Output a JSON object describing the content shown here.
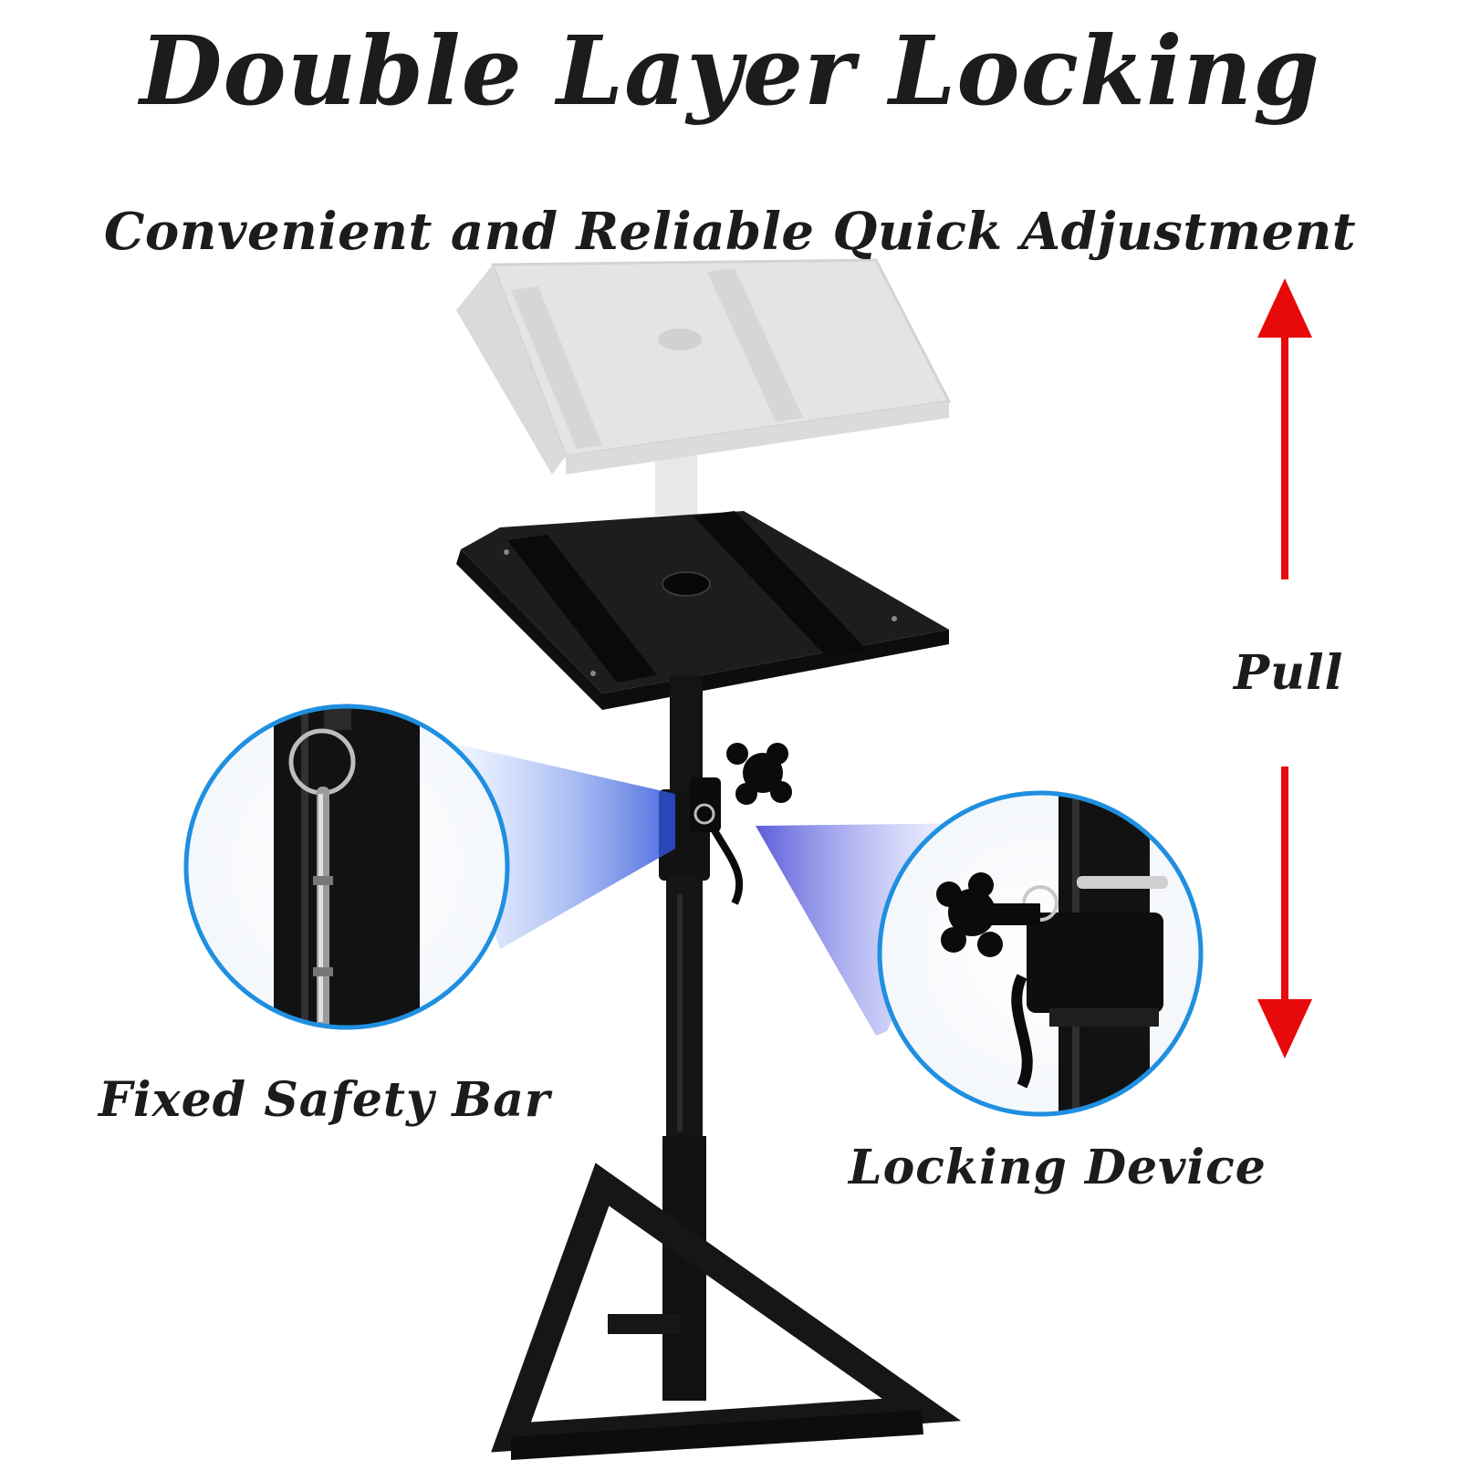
{
  "heading": {
    "title": "Double Layer Locking",
    "subtitle": "Convenient and Reliable Quick Adjustment"
  },
  "labels": {
    "pull": "Pull",
    "safety_bar": "Fixed Safety Bar",
    "locking_device": "Locking Device"
  },
  "colors": {
    "arrow": "#e8090b",
    "callout_ring": "#1f8fe0",
    "stand": "#161616",
    "ghost_tray": "#dcdcdc"
  }
}
